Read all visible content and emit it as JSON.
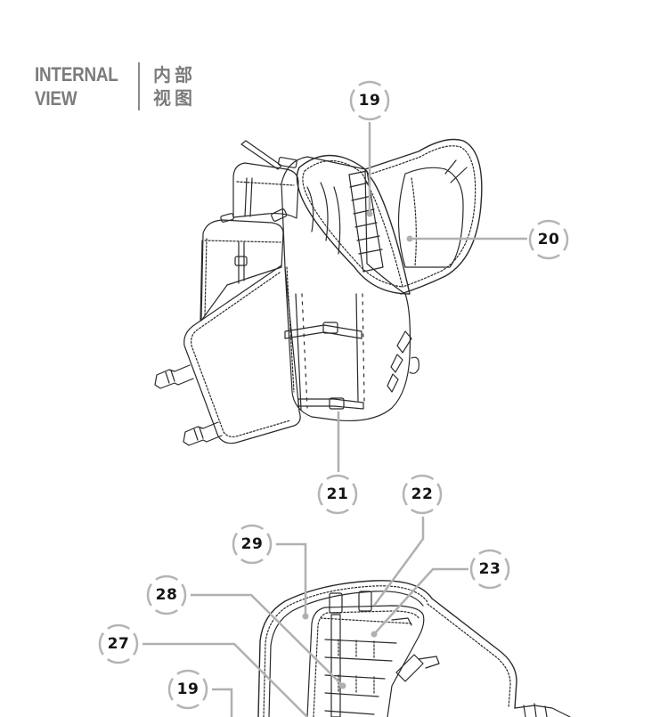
{
  "header": {
    "title_en_line1": "INTERNAL",
    "title_en_line2": "VIEW",
    "title_cn_line1": "内部",
    "title_cn_line2": "视图"
  },
  "callouts": [
    {
      "id": "c19a",
      "label": "19"
    },
    {
      "id": "c20",
      "label": "20"
    },
    {
      "id": "c21",
      "label": "21"
    },
    {
      "id": "c22",
      "label": "22"
    },
    {
      "id": "c23",
      "label": "23"
    },
    {
      "id": "c29",
      "label": "29"
    },
    {
      "id": "c28",
      "label": "28"
    },
    {
      "id": "c27",
      "label": "27"
    },
    {
      "id": "c19b",
      "label": "19"
    }
  ],
  "colors": {
    "heading": "#7c7c7c",
    "leader": "#b0b0b0",
    "callout_ring": "#b4b4b4",
    "callout_number": "#151515",
    "line_art": "#2a2a2a"
  }
}
